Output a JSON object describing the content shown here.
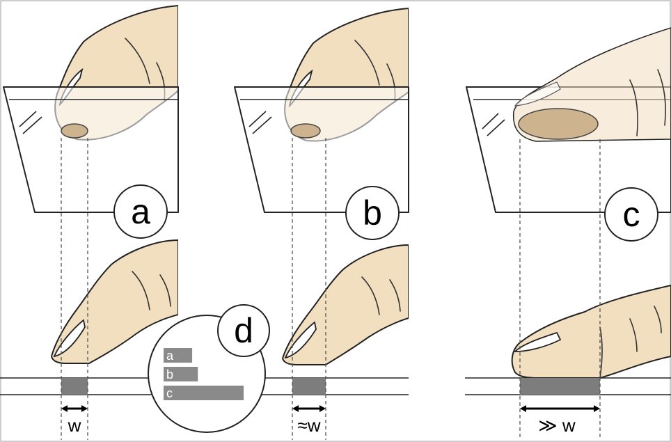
{
  "panels": [
    {
      "id": "a",
      "label": "a",
      "width_label": "w"
    },
    {
      "id": "b",
      "label": "b",
      "width_label": "≈w"
    },
    {
      "id": "c",
      "label": "c",
      "width_label": "≫ w"
    }
  ],
  "inset": {
    "label": "d",
    "bars": [
      {
        "label": "a",
        "value": 1.0
      },
      {
        "label": "b",
        "value": 1.2
      },
      {
        "label": "c",
        "value": 2.8
      }
    ],
    "bar_color": "#8a8a8a"
  },
  "colors": {
    "skin": "#f2dfc0",
    "contact_area": "#cdb48f",
    "footprint": "#7d7d7d",
    "outline": "#222222"
  }
}
